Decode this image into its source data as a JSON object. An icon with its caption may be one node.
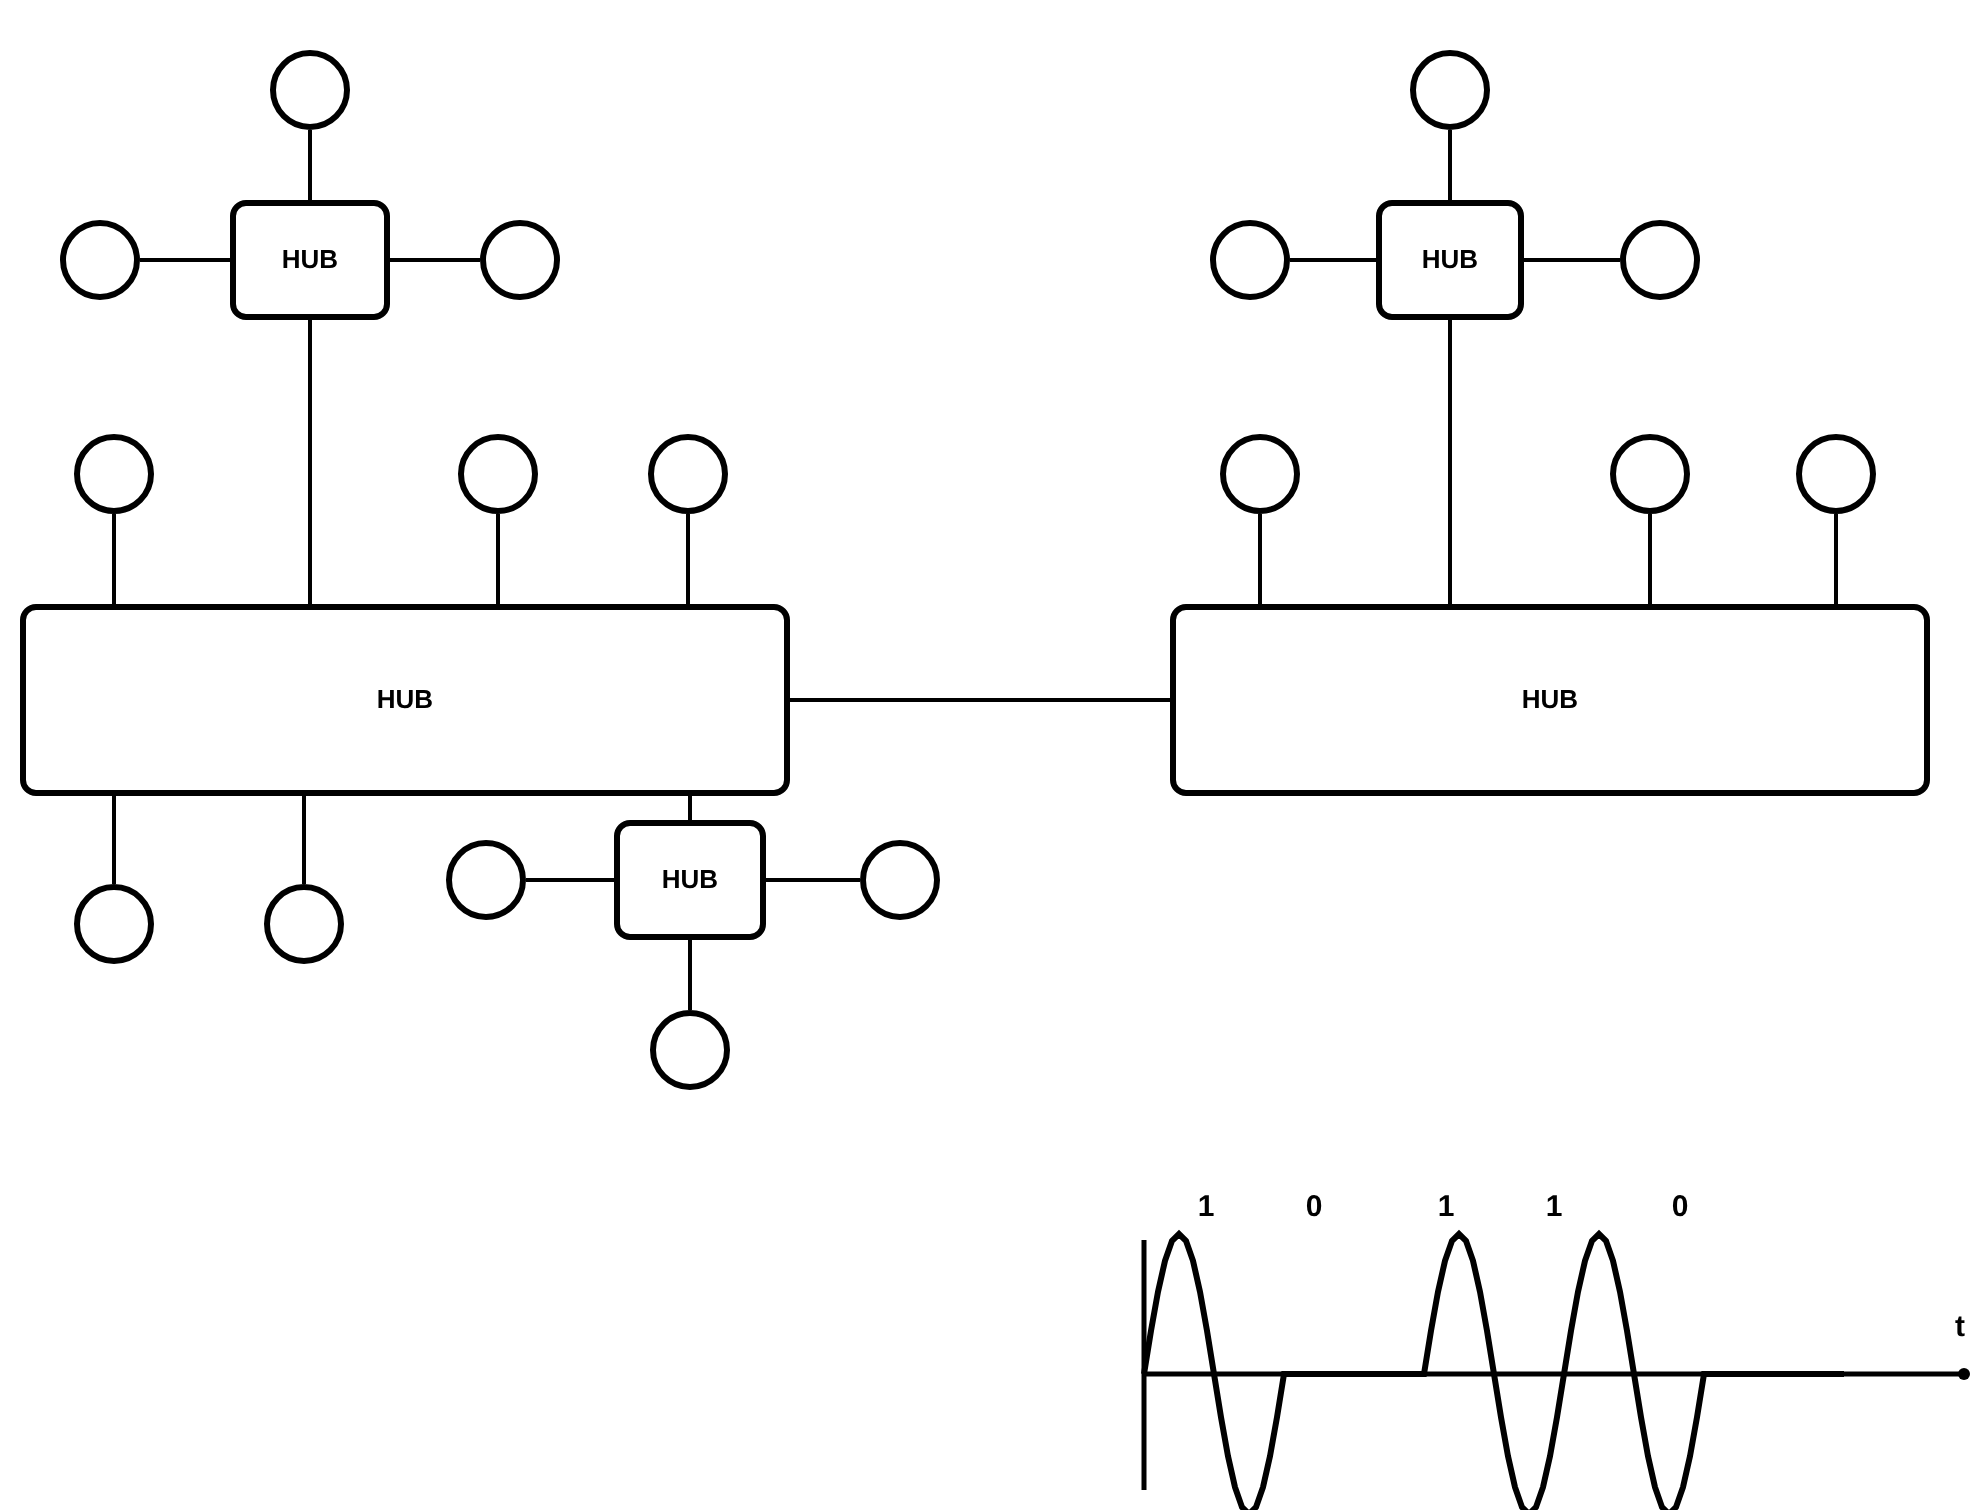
{
  "diagram": {
    "nodes": [
      {
        "text": [],
        "shape": "circle"
      },
      {
        "text": [],
        "shape": "circle"
      },
      {
        "text": [],
        "shape": "circle"
      },
      {
        "text": [
          "HUB"
        ]
      },
      {
        "text": [],
        "shape": "circle"
      },
      {
        "text": [],
        "shape": "circle"
      },
      {
        "text": [
          "HUB"
        ]
      },
      {
        "text": [],
        "shape": "circle"
      },
      {
        "text": [],
        "shape": "circle"
      },
      {
        "text": [],
        "shape": "circle"
      },
      {
        "text": [],
        "shape": "circle"
      },
      {
        "text": [],
        "shape": "circle"
      },
      {
        "text": [],
        "shape": "circle"
      },
      {
        "text": [],
        "shape": "circle"
      },
      {
        "text": [
          "HUB"
        ]
      },
      {
        "text": [
          "HUB"
        ]
      },
      {
        "text": [],
        "shape": "circle"
      },
      {
        "text": [],
        "shape": "circle"
      },
      {
        "text": [],
        "shape": "circle"
      },
      {
        "text": [
          "HUB"
        ]
      },
      {
        "text": [],
        "shape": "circle"
      },
      {
        "text": [],
        "shape": "circle"
      }
    ],
    "edges": [
      {
        "from": 0,
        "to": 3,
        "arrow": "none"
      },
      {
        "from": 2,
        "to": 3,
        "arrow": "none"
      },
      {
        "from": 3,
        "to": 4,
        "arrow": "none"
      },
      {
        "from": 3,
        "to": 14,
        "arrow": "none"
      },
      {
        "from": 1,
        "to": 6,
        "arrow": "none"
      },
      {
        "from": 5,
        "to": 6,
        "arrow": "none"
      },
      {
        "from": 6,
        "to": 7,
        "arrow": "none"
      },
      {
        "from": 6,
        "to": 15,
        "arrow": "none"
      },
      {
        "from": 8,
        "to": 14,
        "arrow": "none"
      },
      {
        "from": 9,
        "to": 14,
        "arrow": "none"
      },
      {
        "from": 10,
        "to": 14,
        "arrow": "none"
      },
      {
        "from": 11,
        "to": 15,
        "arrow": "none"
      },
      {
        "from": 12,
        "to": 15,
        "arrow": "none"
      },
      {
        "from": 13,
        "to": 15,
        "arrow": "none"
      },
      {
        "from": 14,
        "to": 15,
        "arrow": "none"
      },
      {
        "from": 14,
        "to": 16,
        "arrow": "none"
      },
      {
        "from": 14,
        "to": 17,
        "arrow": "none"
      },
      {
        "from": 14,
        "to": 19,
        "arrow": "none"
      },
      {
        "from": 18,
        "to": 19,
        "arrow": "none"
      },
      {
        "from": 19,
        "to": 20,
        "arrow": "none"
      },
      {
        "from": 19,
        "to": 21,
        "arrow": "none"
      }
    ],
    "labels": [
      "1",
      "0",
      "1",
      "1",
      "0",
      "t"
    ]
  }
}
